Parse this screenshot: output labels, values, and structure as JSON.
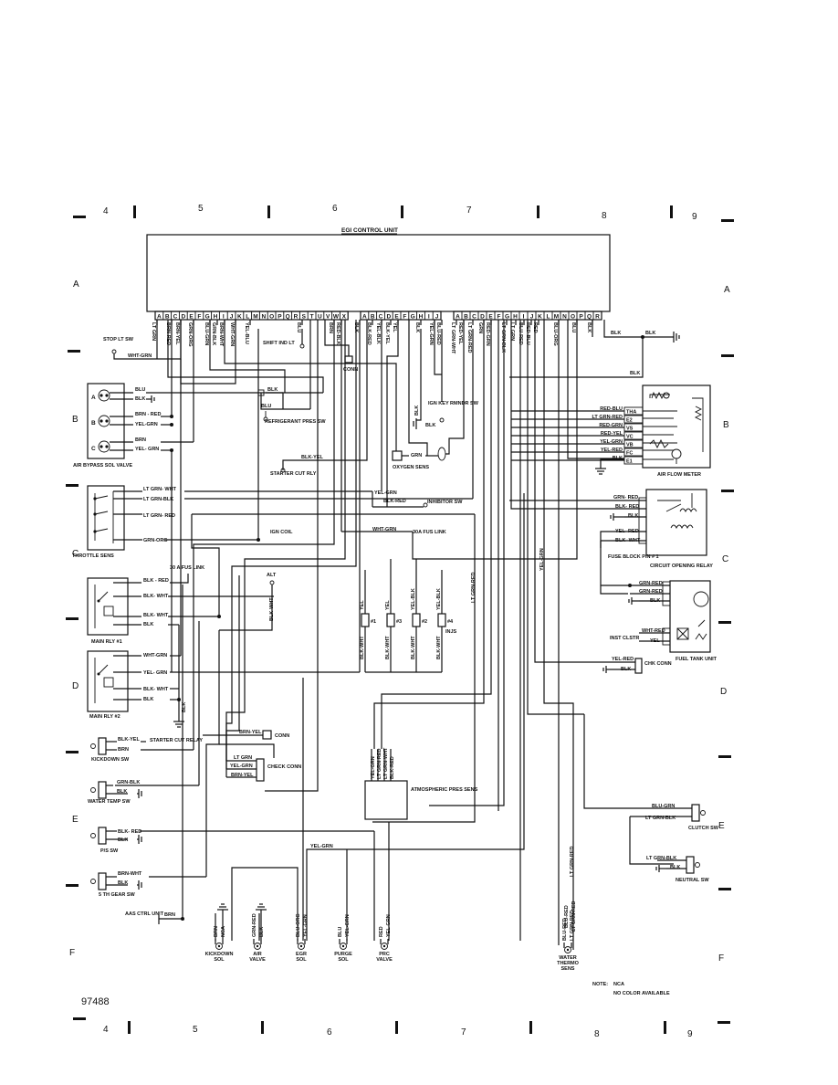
{
  "diagram_id": "97488",
  "top_scale": [
    "4",
    "5",
    "6",
    "7",
    "8",
    "9"
  ],
  "bottom_scale": [
    "4",
    "5",
    "6",
    "7",
    "8",
    "9"
  ],
  "left_rows": [
    "A",
    "B",
    "C",
    "D",
    "E",
    "F"
  ],
  "right_rows": [
    "A",
    "B",
    "C",
    "D",
    "E",
    "F"
  ],
  "control_unit": {
    "title": "EGI CONTROL UNIT",
    "pins_group1": "ABCDEFGHIJKLMNOPQRSTUVWX",
    "pins_group2": "ABCDEFGHIJ",
    "pins_group3": "ABCDEFGHIJKLMNOPQR",
    "pin_wires": [
      {
        "pin": "A",
        "color": "LT GRN"
      },
      {
        "pin": "C",
        "color": "BRN-RED"
      },
      {
        "pin": "D",
        "color": "BRN-YEL"
      },
      {
        "pin": "E",
        "color": "GRN-ORG"
      },
      {
        "pin": "G",
        "color": "BLU-GRN"
      },
      {
        "pin": "H",
        "color": "GRN-BLK"
      },
      {
        "pin": "I",
        "color": "BRN-WHT"
      },
      {
        "pin": "J",
        "color": "WHT-GRN"
      },
      {
        "pin": "L",
        "color": "YEL-BLU"
      },
      {
        "pin": "R",
        "color": "BLU"
      },
      {
        "pin": "T",
        "color": "BRN"
      },
      {
        "pin": "U",
        "color": "RED-BLK"
      },
      {
        "pin": "W",
        "color": "BLK"
      },
      {
        "pin": "B2",
        "color": "BLK-RED"
      },
      {
        "pin": "C2",
        "color": "YEL-BLK"
      },
      {
        "pin": "D2",
        "color": "BLK-YEL"
      },
      {
        "pin": "E2",
        "color": "YEL"
      },
      {
        "pin": "G2",
        "color": "BLK"
      },
      {
        "pin": "H2",
        "color": "YEL-GRN"
      },
      {
        "pin": "I2",
        "color": "BLU-RED"
      },
      {
        "pin": "A3",
        "color": "LT GRN-WHT"
      },
      {
        "pin": "B3",
        "color": "RED-YEL"
      },
      {
        "pin": "C3",
        "color": "LT GRN-RED"
      },
      {
        "pin": "D3",
        "color": "GRN"
      },
      {
        "pin": "E3",
        "color": "RED-GRN"
      },
      {
        "pin": "G3",
        "color": "LT GRN-BLK"
      },
      {
        "pin": "H3",
        "color": "LT GRN"
      },
      {
        "pin": "I3",
        "color": "BLU-RED"
      },
      {
        "pin": "J3",
        "color": "RED-BLU"
      },
      {
        "pin": "K3",
        "color": "RED"
      },
      {
        "pin": "M3",
        "color": "BLU-ORG"
      },
      {
        "pin": "O3",
        "color": "BLU"
      },
      {
        "pin": "P3",
        "color": "BLK"
      }
    ]
  },
  "components": {
    "stop_lt_sw": "STOP LT SW",
    "air_bypass_sol_valve": "AIR BYPASS SOL VALVE",
    "throttle_sens": "THROTTLE SENS",
    "main_rly_1": "MAIN RLY #1",
    "main_rly_2": "MAIN RLY #2",
    "kickdown_sw": "KICKDOWN SW",
    "water_temp_sw": "WATER TEMP SW",
    "ps_sw": "P/S SW",
    "fifth_gear_sw": "5 TH GEAR SW",
    "aas_ctrl_unit": "AAS CTRL UNIT",
    "kickdown_sol": "KICKDOWN SOL",
    "air_valve": "AIR VALVE",
    "egr_sol": "EGR SOL",
    "purge_sol": "PURGE SOL",
    "prc_valve": "PRC VALVE",
    "water_thermo_sens": "WATER THERMO SENS",
    "clutch_sw": "CLUTCH SW",
    "neutral_sw": "NEUTRAL SW",
    "air_flow_meter": "AIR FLOW METER",
    "circuit_opening_relay": "CIRCUIT OPENING RELAY",
    "fuel_tank_unit": "FUEL TANK UNIT",
    "chk_conn": "CHK CONN",
    "shift_ind_lt": "SHIFT IND LT",
    "conn": "CONN",
    "refrigerant_pres_sw": "REFRIGERANT PRES SW",
    "ign_key_rmndr_sw": "IGN KEY RMNDR SW",
    "starter_cut_rly": "STARTER CUT RLY",
    "oxygen_sens": "OXYGEN SENS",
    "inhibitor_sw": "INHIBITOR SW",
    "ign_coil": "IGN COIL",
    "fus_link_30a": "30A FUS LINK",
    "fus_link_30a_alt": "30 A FUS LINK",
    "alt": "ALT",
    "injs": "INJS",
    "starter_cut_relay": "STARTER CUT RELAY",
    "check_conn": "CHECK CONN",
    "atmospheric_pres_sens": "ATMOSPHERIC PRES SENS",
    "fuse_block": "FUSE BLOCK PIN # 1",
    "inst_clstr": "INST CLSTR"
  },
  "afm_terminals": [
    "THA",
    "E2",
    "VS",
    "VC",
    "VB",
    "FC",
    "E1"
  ],
  "afm_wires": [
    "RED-BLU",
    "LT GRN-RED",
    "RED-GRN",
    "RED-YEL",
    "YEL-GRN",
    "YEL-RED",
    "BLK"
  ],
  "injectors": [
    {
      "label": "#1",
      "in": "YEL",
      "out": "BLK-WHT"
    },
    {
      "label": "#3",
      "in": "YEL",
      "out": "BLK-WHT"
    },
    {
      "label": "#2",
      "in": "YEL-BLK",
      "out": "BLK-WHT"
    },
    {
      "label": "#4",
      "in": "YEL-BLK",
      "out": "BLK-WHT"
    }
  ],
  "left_wire_labels": {
    "stop_lt": "WHT-GRN",
    "abv_a": [
      "BLU",
      "BLK"
    ],
    "abv_b": [
      "BRN - RED",
      "YEL-GRN"
    ],
    "abv_c": [
      "BRN",
      "YEL- GRN"
    ],
    "throttle": [
      "LT GRN- WHT",
      "LT GRN-BLK",
      "LT GRN- RED",
      "GRN-ORG"
    ],
    "rly1": [
      "BLK - RED",
      "BLK- WHT",
      "BLK- WHT",
      "BLK"
    ],
    "rly2": [
      "WHT-GRN",
      "YEL- GRN",
      "BLK- WHT",
      "BLK"
    ],
    "kickdown": [
      "BLK-YEL",
      "BRN"
    ],
    "water_temp": [
      "GRN-BLK",
      "BLK"
    ],
    "ps": [
      "BLK- RED",
      "BLK"
    ],
    "fifth_gear": [
      "BRN-WHT",
      "BLK"
    ],
    "aas": "BRN"
  },
  "center_wire_labels": {
    "refrig": [
      "BLK",
      "BLU"
    ],
    "starter": "BLK-YEL",
    "oxygen": "GRN",
    "ign_key": "BLK",
    "ign_key2": "BLK",
    "inhibitor": [
      "YEL-GRN",
      "BLK-RED"
    ],
    "fus_link": "WHT-GRN",
    "alt_wire": "BLK-WHT",
    "starter_cut": "BRN-YEL",
    "check_conn": [
      "LT GRN",
      "YEL-GRN",
      "BRN-YEL"
    ],
    "atmos": [
      "YEL-GRN",
      "LT GRN-RED",
      "LT GRN-WHT",
      "BLK-RED"
    ],
    "egr_line": "YEL-GRN",
    "lt_grn_red": "LT GRN-RED",
    "yel_grn": "YEL-GRN",
    "lt_grn_red2": "LT GRN-RED",
    "blu_red": "BLU-RED",
    "lt_grn_red3": "LT GRN-RED",
    "blk_top": "BLK",
    "blk_right": "BLK",
    "blk_right2": "BLK",
    "blk_mid": "BLK"
  },
  "right_wire_labels": {
    "cor": [
      "GRN- RED",
      "BLK- RED",
      "BLK",
      "YEL- RED",
      "BLK- WHT"
    ],
    "ftu": [
      "GRN-RED",
      "GRN-RED",
      "BLK",
      "WHT-RED",
      "YEL"
    ],
    "chk": [
      "YEL-RED",
      "BLK"
    ],
    "clutch": [
      "BLU-GRN",
      "LT GRN-BLK"
    ],
    "neutral": [
      "LT GRN-BLK",
      "BLK"
    ]
  },
  "bottom_sol_wires": {
    "kickdown": [
      "BRN",
      "NCA"
    ],
    "air": [
      "GRN-RED",
      "BLK"
    ],
    "egr": [
      "BLU-ORG",
      "YEL-GRN"
    ],
    "purge": [
      "BLU",
      "YEL-GRN"
    ],
    "prc": [
      "RED",
      "YEL-GRN"
    ],
    "thermo": [
      "BLU-RED",
      "LT GRN-RED"
    ]
  },
  "note": {
    "title": "NOTE:",
    "nca": "NCA",
    "text": "NO COLOR AVAILABLE"
  }
}
